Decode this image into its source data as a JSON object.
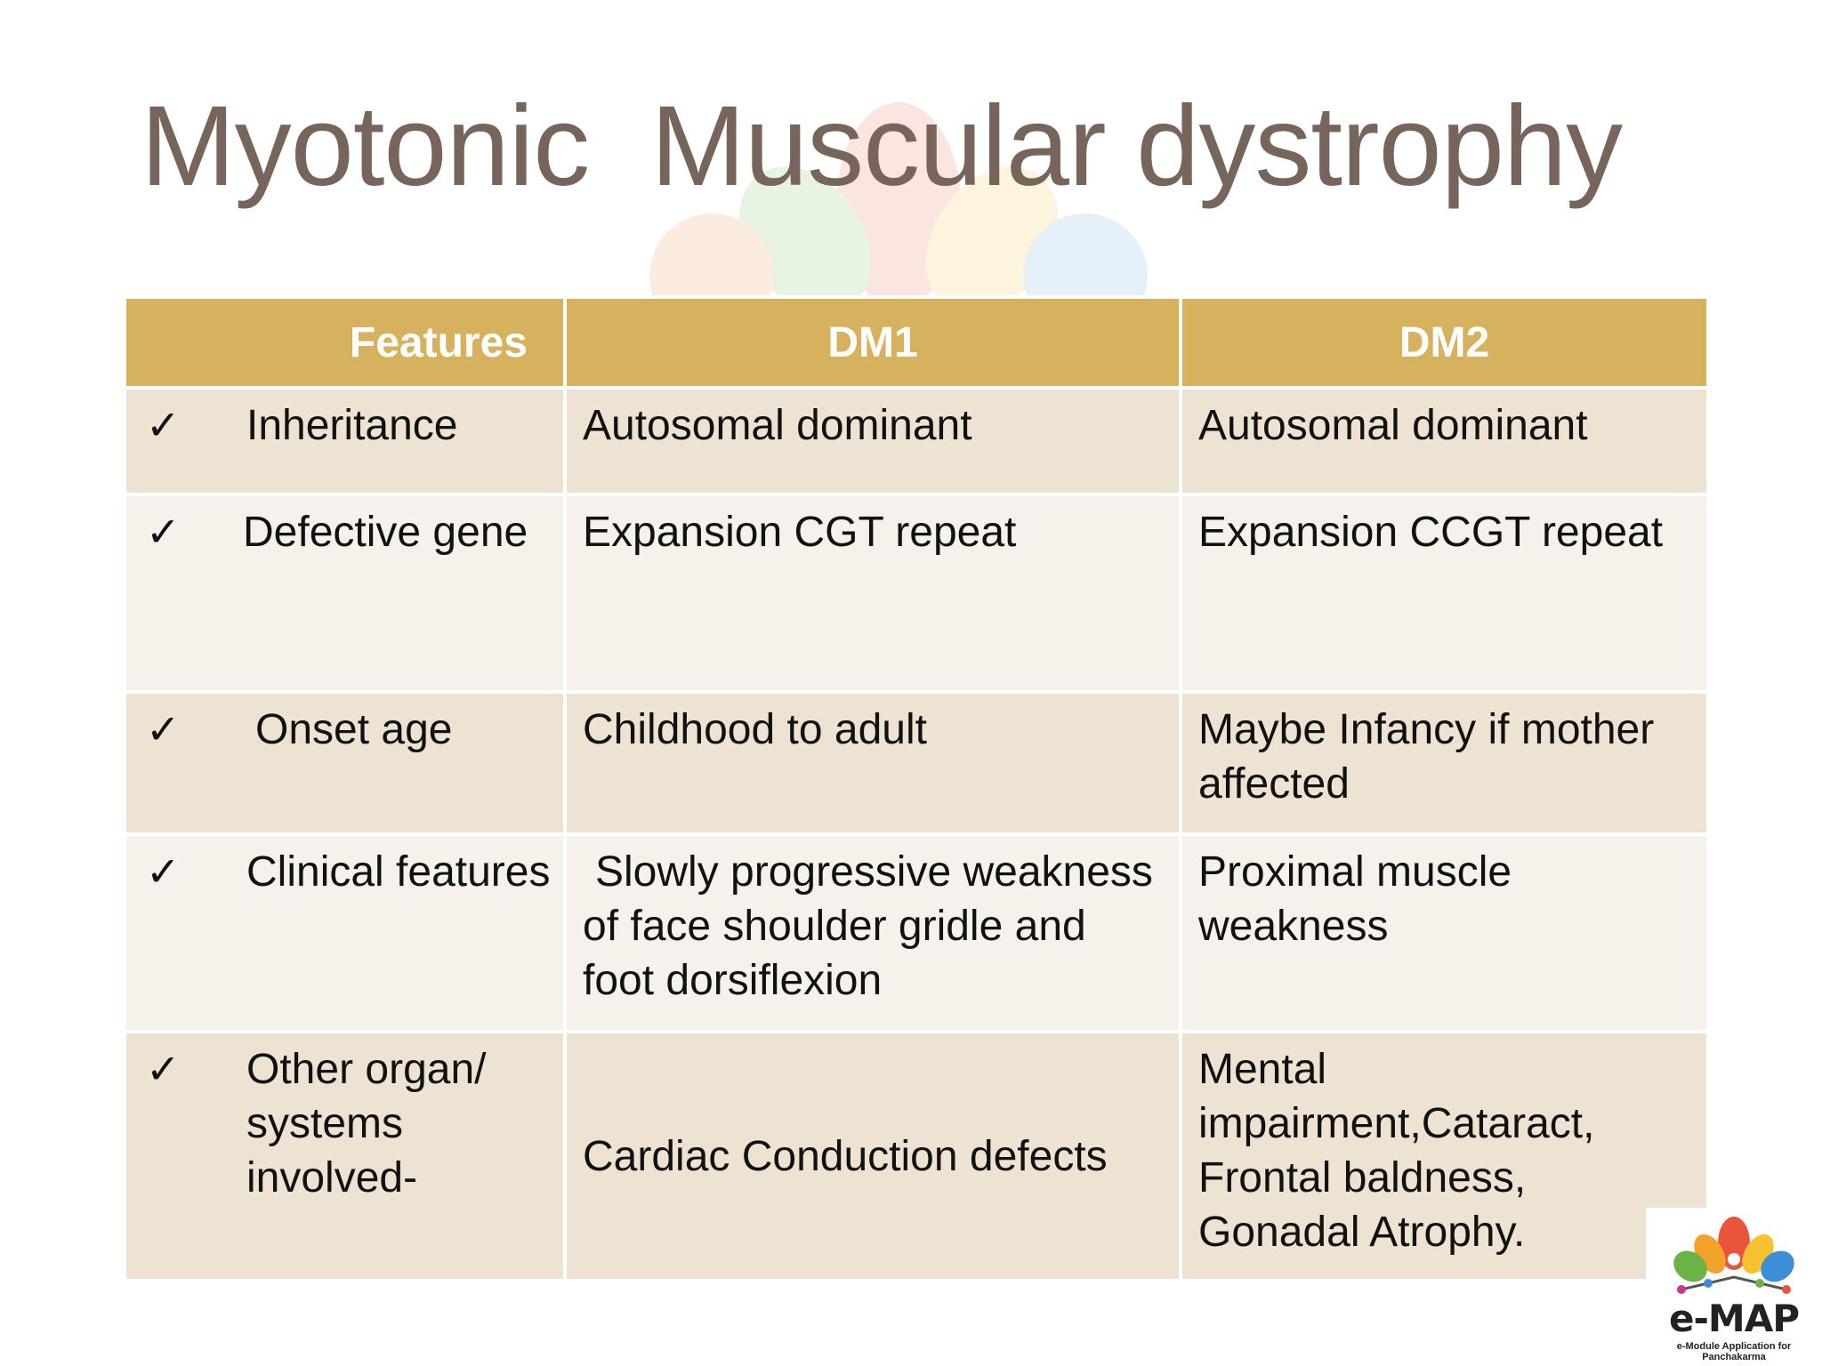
{
  "slide": {
    "title": "Myotonic  Muscular dystrophy"
  },
  "table": {
    "headers": [
      "Features",
      "DM1",
      "DM2"
    ],
    "rows": [
      {
        "check": "✓",
        "feature": "Inheritance",
        "dm1": "Autosomal dominant",
        "dm2": "Autosomal dominant"
      },
      {
        "check": "✓",
        "feature": "Defective gene",
        "dm1": "Expansion CGT repeat",
        "dm2": "Expansion CCGT repeat"
      },
      {
        "check": "✓",
        "feature": "Onset age",
        "dm1": "Childhood to adult",
        "dm2": "Maybe Infancy if mother affected"
      },
      {
        "check": "✓",
        "feature": "Clinical features",
        "dm1": "Slowly progressive weakness of face shoulder gridle and foot dorsiflexion",
        "dm2": "Proximal muscle weakness"
      },
      {
        "check": "✓",
        "feature": "Other organ/ systems involved-",
        "dm1": "Cardiac  Conduction defects",
        "dm2": "Mental impairment,Cataract, Frontal baldness, Gonadal Atrophy."
      }
    ]
  },
  "logo": {
    "brand": "e-MAP",
    "tagline": "e-Module Application for Panchakarma",
    "icon": "lotus-icon"
  },
  "colors": {
    "title": "#77655c",
    "header_bg": "#d6b25f",
    "row_odd": "#eee3d3",
    "row_even": "#f6f2eb"
  }
}
